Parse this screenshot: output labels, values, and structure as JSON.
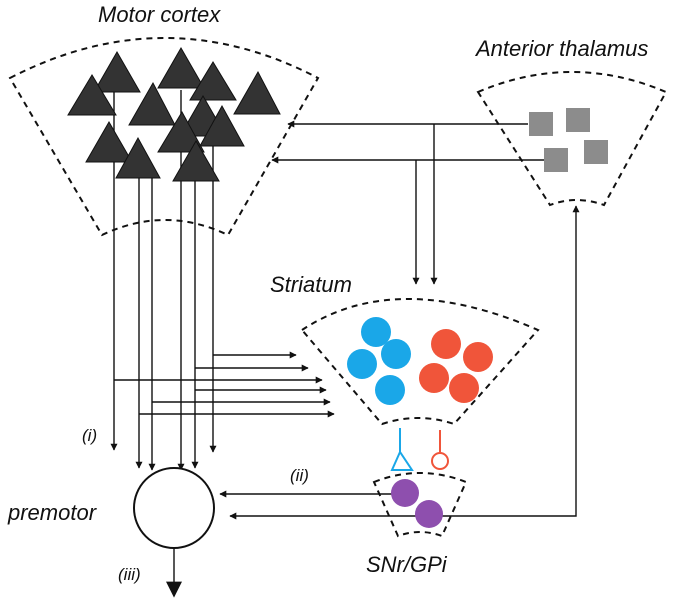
{
  "labels": {
    "motor_cortex": "Motor cortex",
    "anterior_thalamus": "Anterior thalamus",
    "striatum": "Striatum",
    "premotor": "premotor",
    "snr_gpi": "SNr/GPi",
    "path_i": "(i)",
    "path_ii": "(ii)",
    "path_iii": "(iii)"
  },
  "colors": {
    "pyramidal_neuron": "#333333",
    "thalamic_neuron": "#8c8c8c",
    "striatal_neuron_d1": "#1aa7e8",
    "striatal_neuron_d2": "#f0553a",
    "snr_gpi_neuron": "#8e4fae",
    "lines": "#111111"
  },
  "icons": {
    "cortex_cells": "triangle-icon",
    "thalamus_cells": "square-icon",
    "striatum_cells": "circle-icon",
    "striatal_output": "synapse-icon"
  }
}
